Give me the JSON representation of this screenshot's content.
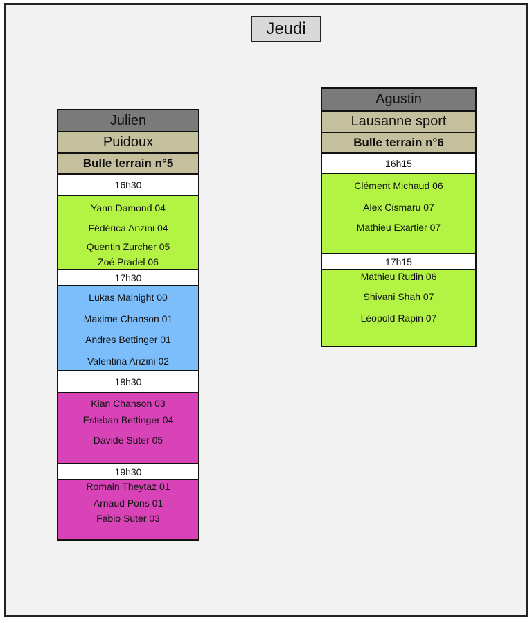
{
  "day": "Jeudi",
  "columns": [
    {
      "coach": "Julien",
      "place": "Puidoux",
      "field": "Bulle terrain n°5",
      "slots": [
        {
          "time": "16h30",
          "color": "#b3f343",
          "players": [
            "Yann Damond 04",
            "Fédérica Anzini 04",
            "Quentin Zurcher 05",
            "Zoé Pradel 06"
          ]
        },
        {
          "time": "17h30",
          "color": "#7cbefc",
          "players": [
            "Lukas Malnight 00",
            "Maxime Chanson 01",
            "Andres Bettinger 01",
            "Valentina Anzini 02"
          ]
        },
        {
          "time": "18h30",
          "color": "#d943b8",
          "players": [
            "Kian Chanson 03",
            "Esteban Bettinger 04",
            "Davide Suter 05"
          ]
        },
        {
          "time": "19h30",
          "color": "#d943b8",
          "players": [
            "Romain Theytaz 01",
            "Arnaud Pons 01",
            "Fabio Suter 03"
          ]
        }
      ]
    },
    {
      "coach": "Agustin",
      "place": "Lausanne sport",
      "field": "Bulle terrain n°6",
      "slots": [
        {
          "time": "16h15",
          "color": "#b3f343",
          "players": [
            "Clément Michaud 06",
            "Alex Cismaru 07",
            "Mathieu Exartier 07"
          ]
        },
        {
          "time": "17h15",
          "color": "#b3f343",
          "players": [
            "Mathieu Rudin 06",
            "Shivani Shah 07",
            "Léopold Rapin 07"
          ]
        }
      ]
    }
  ]
}
